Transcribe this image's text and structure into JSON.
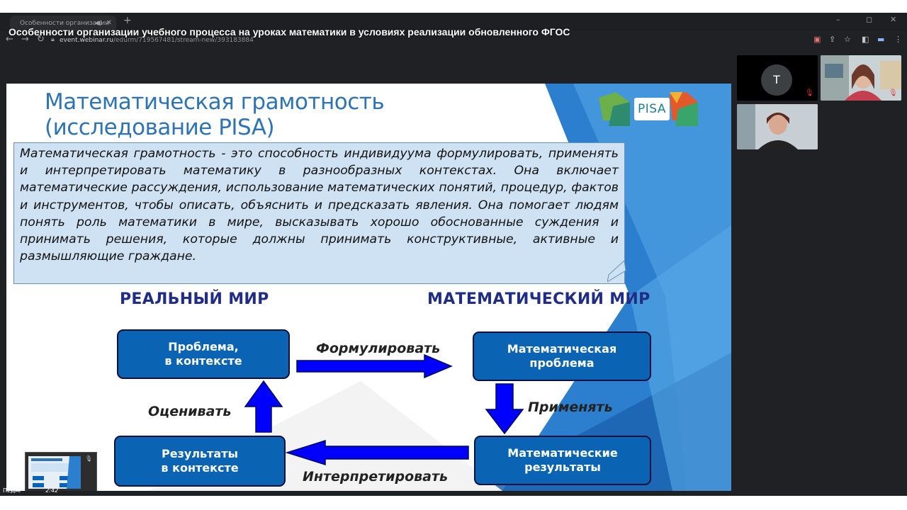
{
  "browser": {
    "tab_title": "Особенности организации",
    "new_tab_glyph": "+",
    "window_controls": [
      "–",
      "◻",
      "✕"
    ],
    "page_title": "Особенности организации учебного процесса на уроках математики в условиях реализации обновленного ФГОС",
    "url_host": "event.webinar.ru",
    "url_path": "/edurm/719567481/stream-new/393183884",
    "icons": [
      "back-icon",
      "forward-icon",
      "reload-icon",
      "lock-icon",
      "camera-off-icon",
      "share-icon",
      "star-icon",
      "sidepanel-icon",
      "profile-icon",
      "menu-icon"
    ]
  },
  "slide": {
    "title": "Математическая грамотность\n(исследование PISA)",
    "logo_text": "PISA",
    "definition": "Математическая грамотность - это способность индивидуума формулировать, применять и интерпретировать математику в разнообразных контекстах. Она включает математические рассуждения, использование математических понятий, процедур, фактов и инструментов, чтобы описать, объяснить и предсказать явления. Она помогает людям понять роль математики в мире, высказывать хорошо обоснованные суждения и принимать решения, которые должны принимать конструктивные, активные и размышляющие граждане.",
    "diagram": {
      "real_world": "РЕАЛЬНЫЙ МИР",
      "math_world": "МАТЕМАТИЧЕСКИЙ МИР",
      "box_problem_context": "Проблема,\nв контексте",
      "box_math_problem": "Математическая\nпроблема",
      "box_math_results": "Математические\nрезультаты",
      "box_results_context": "Результаты\nв контексте",
      "arrow_formulate": "Формулировать",
      "arrow_apply": "Применять",
      "arrow_interpret": "Интерпретировать",
      "arrow_evaluate": "Оценивать",
      "arrow_color": "#0000ff"
    },
    "presenter_label": "ПЕДАГ",
    "presenter_time": "2:42"
  },
  "participants": [
    {
      "initial": "T",
      "muted": true
    },
    {
      "muted": true
    },
    {}
  ]
}
